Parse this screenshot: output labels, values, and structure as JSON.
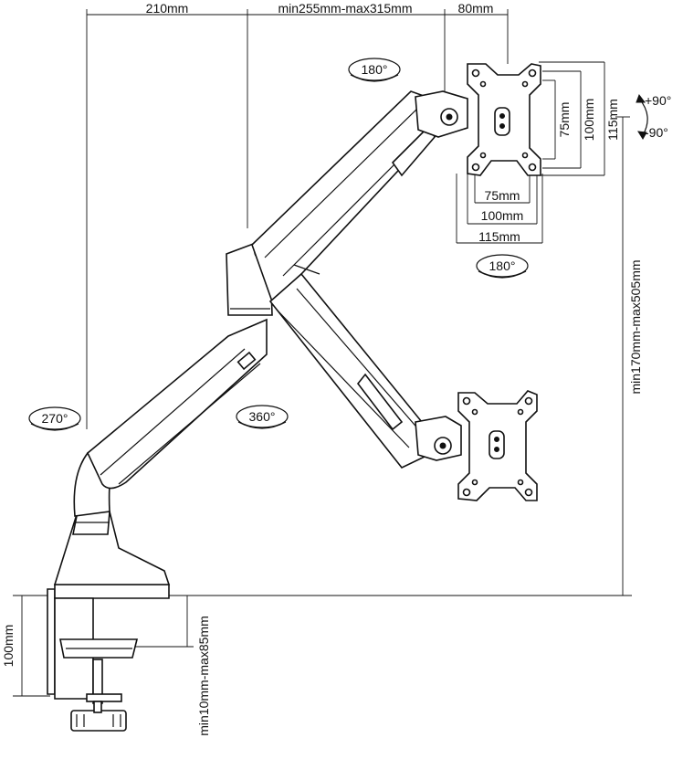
{
  "dimensions": {
    "top_left": "210mm",
    "top_middle": "min255mm-max315mm",
    "top_right": "80mm",
    "vesa_h_75": "75mm",
    "vesa_h_100": "100mm",
    "vesa_h_115": "115mm",
    "vesa_v_75": "75mm",
    "vesa_v_100": "100mm",
    "vesa_v_115": "115mm",
    "height_range": "min170mm-max505mm",
    "clamp_height": "100mm",
    "desk_thickness": "min10mm-max85mm"
  },
  "rotations": {
    "tilt_plus": "+90°",
    "tilt_minus": "-90°",
    "swivel_top": "180°",
    "swivel_vesa": "180°",
    "base_rotation": "270°",
    "arm_rotation": "360°"
  },
  "colors": {
    "line": "#111111",
    "background": "#ffffff"
  }
}
